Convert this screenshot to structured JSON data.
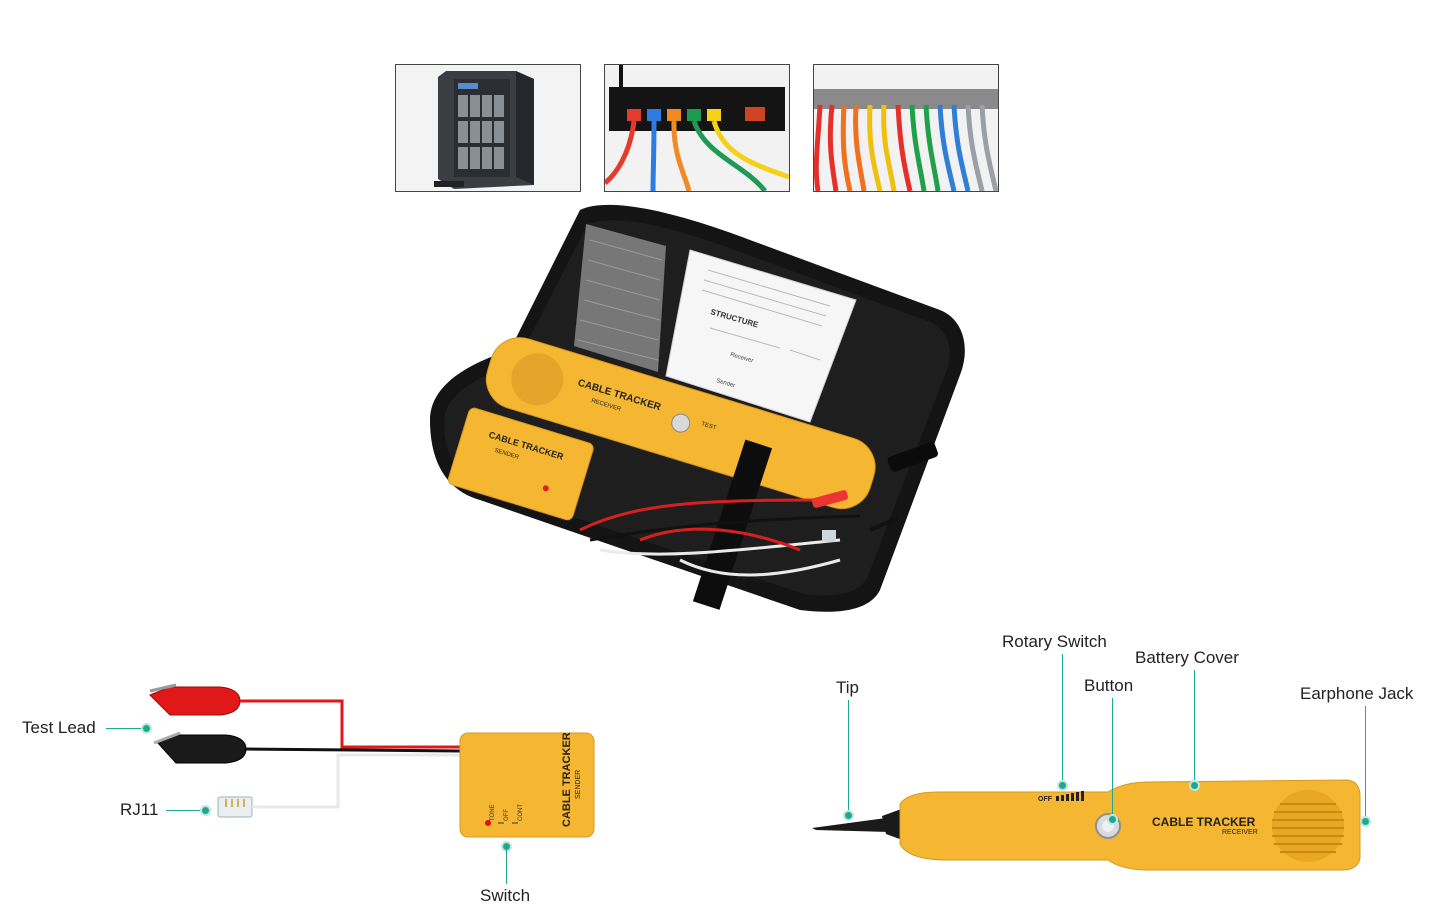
{
  "thumbnails": [
    {
      "name": "server-tower"
    },
    {
      "name": "network-switch"
    },
    {
      "name": "patch-panel"
    }
  ],
  "manual": {
    "structure_heading": "STRUCTURE",
    "receiver_label": "Receiver",
    "sender_label": "Sender"
  },
  "devices": {
    "brand_text": "CABLE TRACKER",
    "receiver_sub": "RECEIVER",
    "sender_sub": "SENDER",
    "test_text": "TEST",
    "off_text": "OFF",
    "tone_text": "TONE",
    "cont_text": "CONT"
  },
  "sender_callouts": {
    "test_lead": "Test Lead",
    "rj11": "RJ11",
    "switch": "Switch"
  },
  "receiver_callouts": {
    "tip": "Tip",
    "rotary_switch": "Rotary Switch",
    "button": "Button",
    "battery_cover": "Battery Cover",
    "earphone_jack": "Earphone Jack"
  },
  "colors": {
    "accent": "#1fa88f",
    "device_yellow": "#f5b731",
    "case_black": "#1a1a1a"
  }
}
